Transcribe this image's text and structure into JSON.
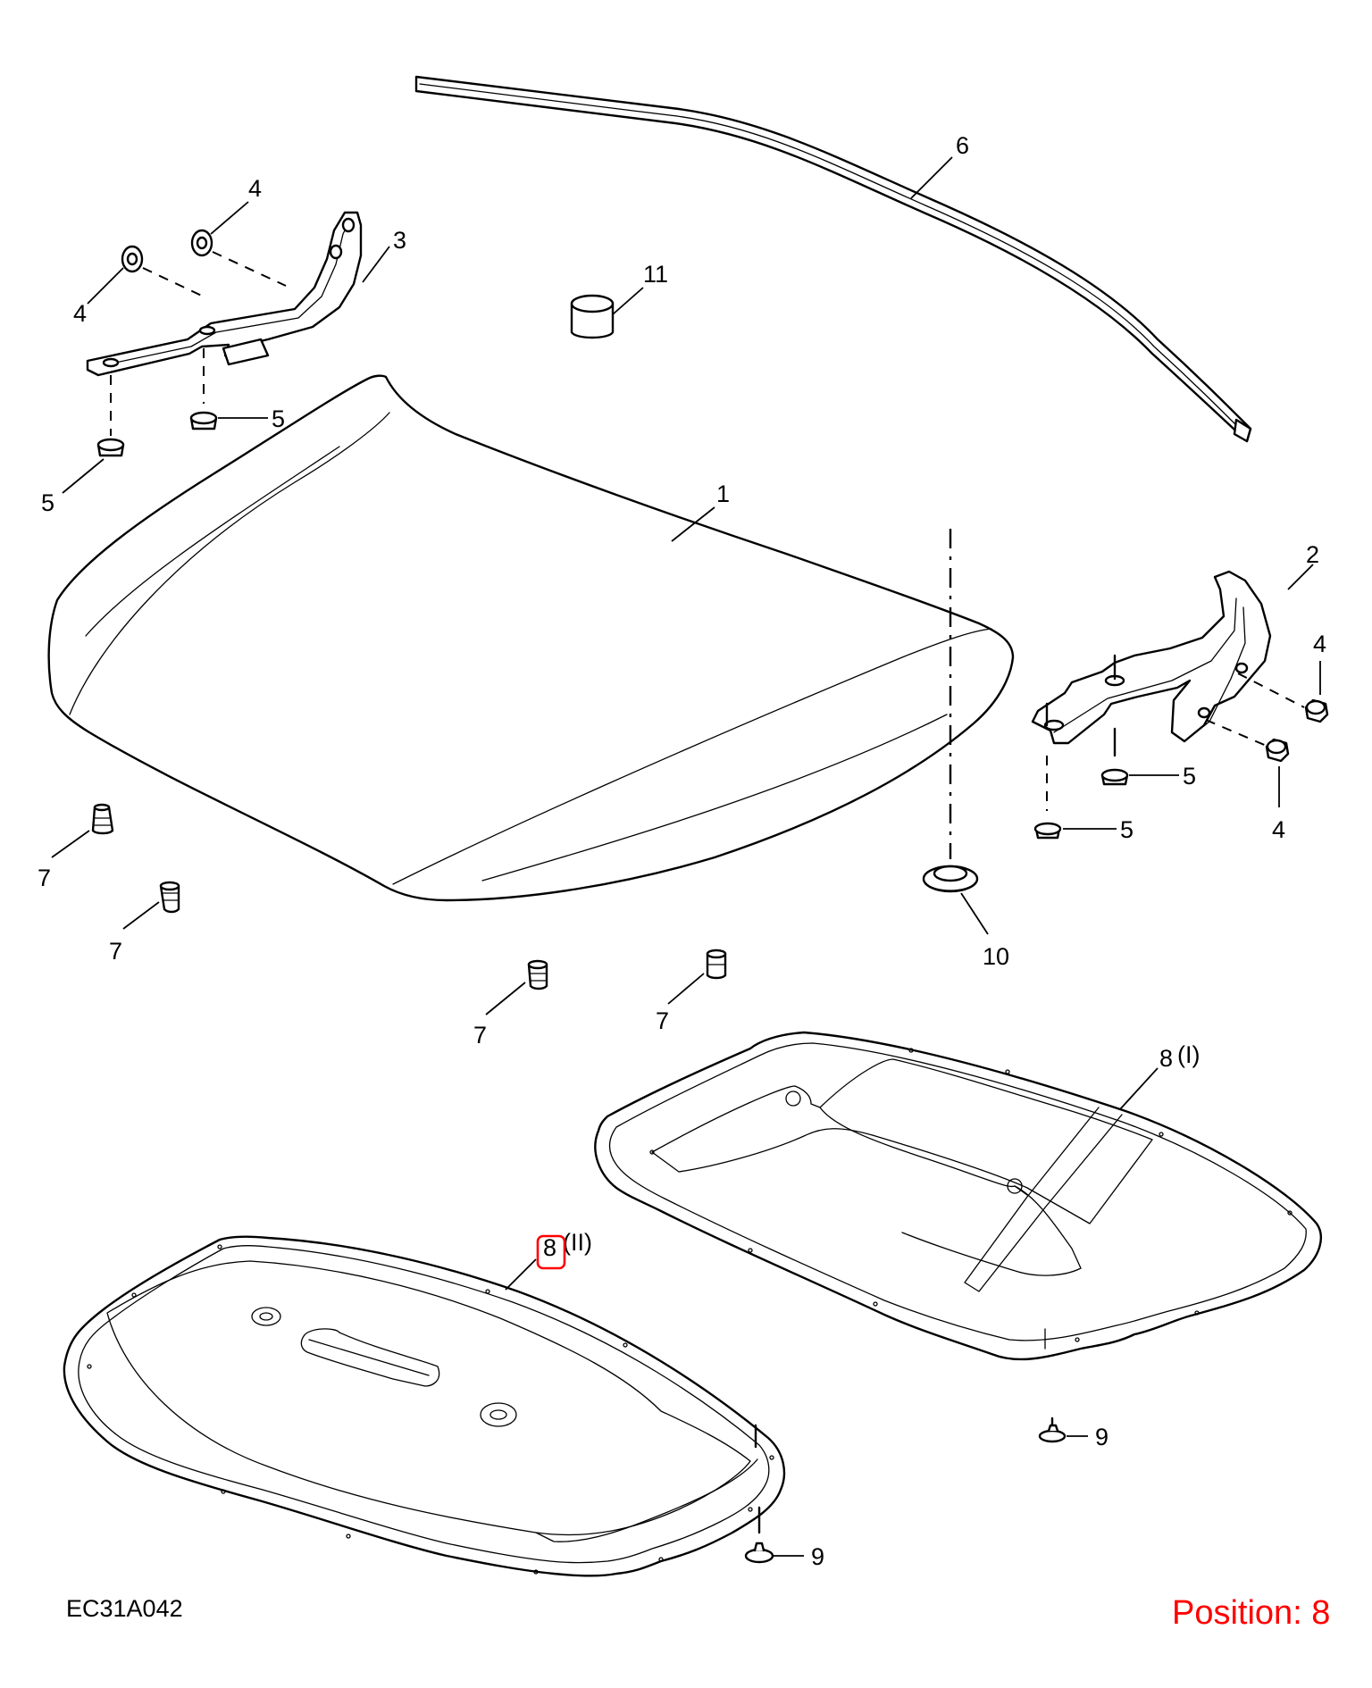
{
  "diagram": {
    "code": "EC31A042",
    "position_text": "Position: 8",
    "highlighted_callout": "8",
    "colors": {
      "line": "#000000",
      "highlight": "#ff0000",
      "position_text": "#ff0000",
      "background": "#ffffff"
    },
    "callouts": {
      "c1": "1",
      "c2": "2",
      "c3": "3",
      "c4a": "4",
      "c4b": "4",
      "c4c": "4",
      "c4d": "4",
      "c5a": "5",
      "c5b": "5",
      "c5c": "5",
      "c5d": "5",
      "c6": "6",
      "c7a": "7",
      "c7b": "7",
      "c7c": "7",
      "c7d": "7",
      "c8a": "8",
      "c8a_suffix": "(I)",
      "c8b": "8",
      "c8b_suffix": "(II)",
      "c9a": "9",
      "c9b": "9",
      "c10": "10",
      "c11": "11"
    }
  }
}
